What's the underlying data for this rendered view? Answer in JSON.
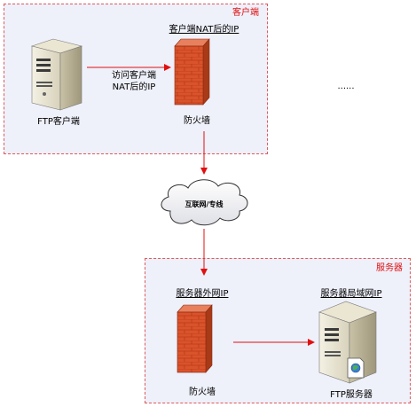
{
  "client_zone": {
    "title": "客户端",
    "client_label": "FTP客户端",
    "arrow_text_line1": "访问客户端",
    "arrow_text_line2": "NAT后的IP",
    "firewall_top_label": "客户端NAT后的IP",
    "firewall_label": "防火墙",
    "ellipsis": "......"
  },
  "internet": {
    "label": "互联网/专线"
  },
  "server_zone": {
    "title": "服务器",
    "firewall_top_label": "服务器外网IP",
    "server_top_label": "服务器局域网IP",
    "firewall_label": "防火墙",
    "server_label": "FTP服务器"
  },
  "colors": {
    "arrow": "#e01010",
    "zone_bg": "#eef0fa",
    "zone_border": "#e05a5a",
    "brick": "#d9532b"
  },
  "icons": [
    "server-icon",
    "firewall-icon",
    "cloud-icon",
    "ftp-server-icon"
  ]
}
